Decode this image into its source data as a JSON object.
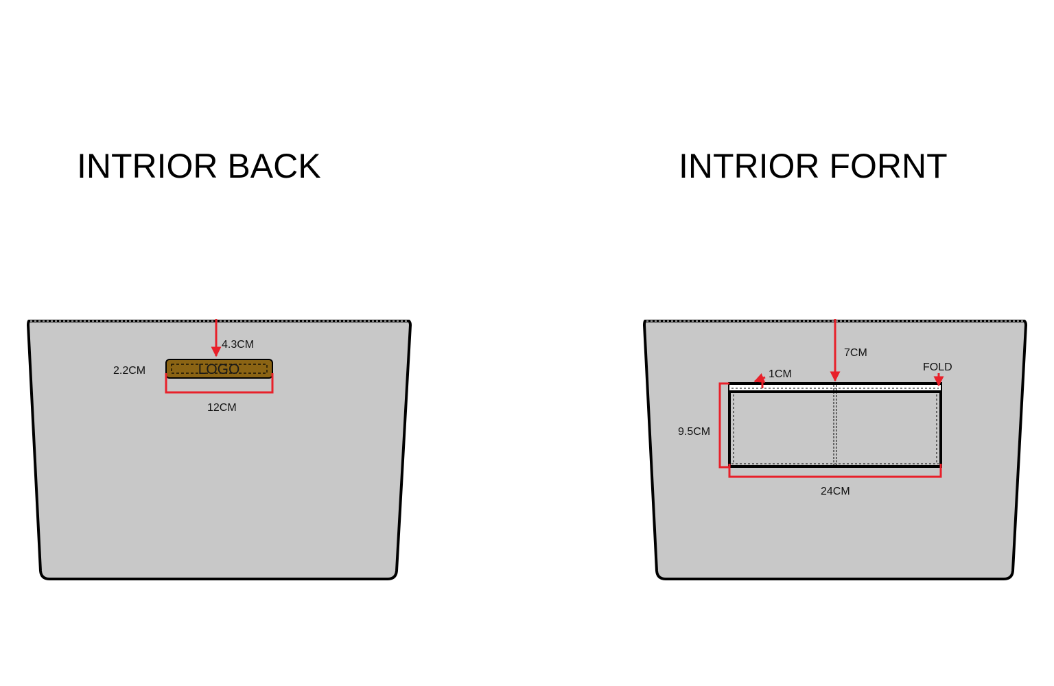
{
  "back_panel": {
    "title": "INTRIOR BACK",
    "logo_text": "LOGO",
    "dim_top_offset": "4.3CM",
    "dim_height": "2.2CM",
    "dim_width": "12CM"
  },
  "front_panel": {
    "title": "INTRIOR FORNT",
    "dim_top_offset": "7CM",
    "dim_fold_margin": "1CM",
    "fold_label": "FOLD",
    "dim_height": "9.5CM",
    "dim_width": "24CM"
  },
  "colors": {
    "panel_fill": "#c8c8c8",
    "outline": "#000000",
    "dimension": "#e8202a",
    "logo_fill": "#8b6414"
  }
}
